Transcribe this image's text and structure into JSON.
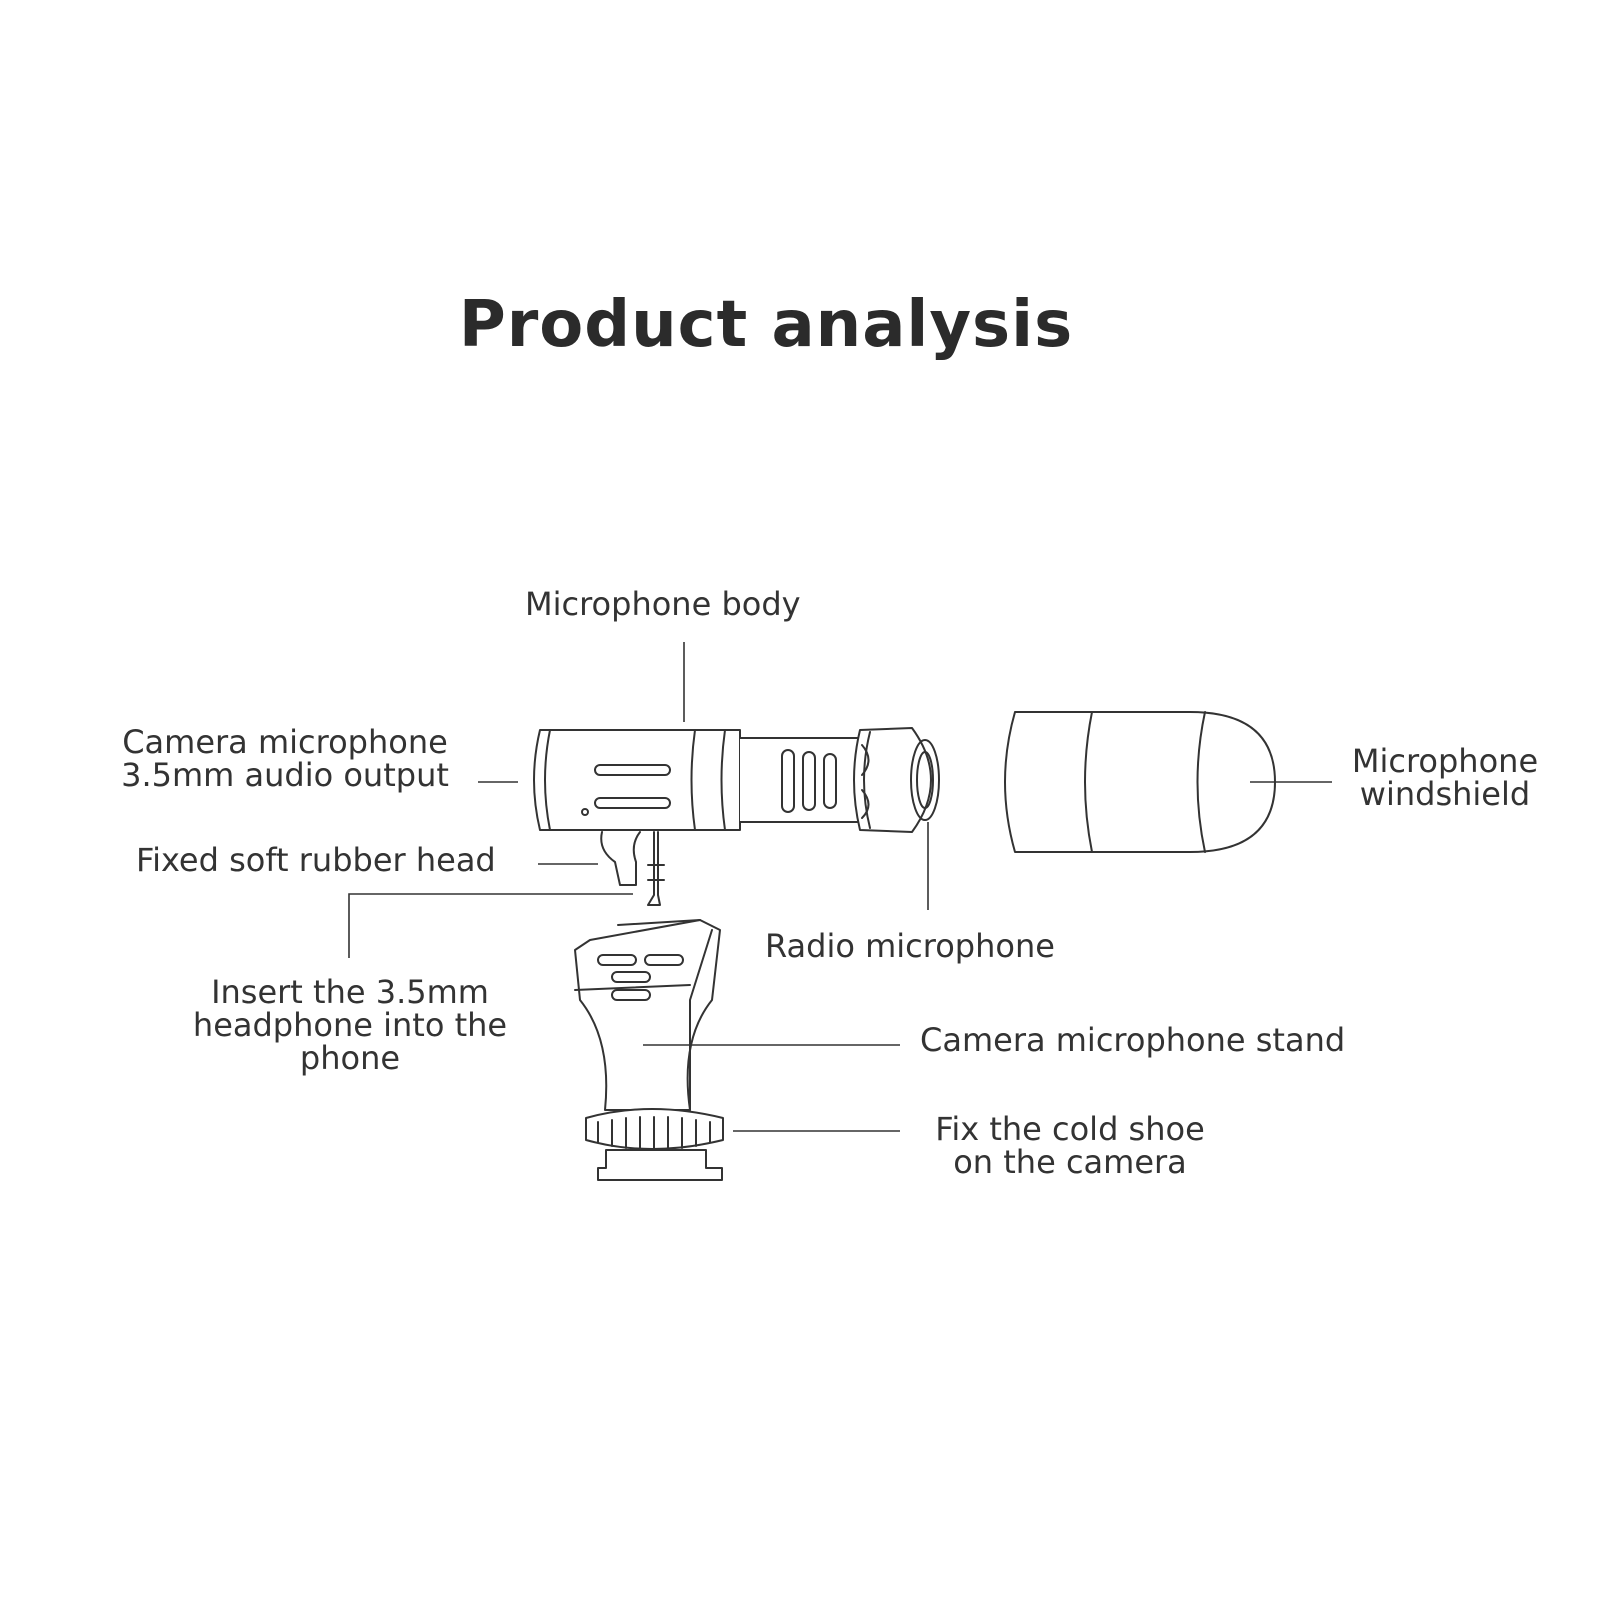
{
  "title": "Product analysis",
  "labels": {
    "microphone_body": "Microphone body",
    "audio_output": [
      "Camera microphone",
      "3.5mm audio output"
    ],
    "rubber_head": "Fixed soft rubber head",
    "insert_headphone": [
      "Insert the 3.5mm",
      "headphone into the",
      "phone"
    ],
    "radio_microphone": "Radio microphone",
    "windshield": [
      "Microphone",
      "windshield"
    ],
    "stand": "Camera microphone stand",
    "cold_shoe": [
      "Fix the cold shoe",
      "on the camera"
    ]
  },
  "colors": {
    "line": "#333333",
    "text": "#333333",
    "title": "#2b2b2b",
    "background": "#ffffff"
  }
}
